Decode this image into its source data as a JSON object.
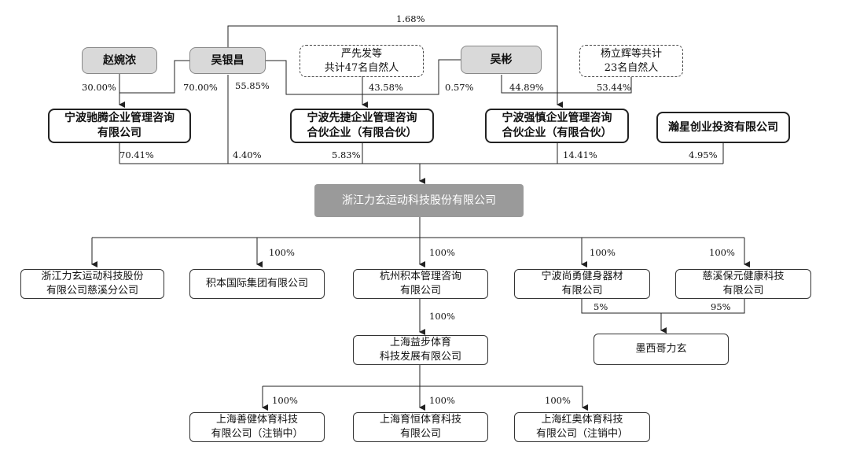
{
  "shareholders": {
    "zhao": "赵婉浓",
    "wu_yinchang": "吴银昌",
    "yan_group": [
      "严先发等",
      "共计47名自然人"
    ],
    "wu_bin": "吴彬",
    "yang_group": [
      "杨立辉等共计",
      "23名自然人"
    ]
  },
  "holding_entities": {
    "chiteng": [
      "宁波驰腾企业管理咨询",
      "有限公司"
    ],
    "xianjie": [
      "宁波先捷企业管理咨询",
      "合伙企业（有限合伙）"
    ],
    "qiangzhen": [
      "宁波强慎企业管理咨询",
      "合伙企业（有限合伙）"
    ],
    "hanxing": "瀚星创业投资有限公司"
  },
  "main_company": "浙江力玄运动科技股份有限公司",
  "subsidiaries": {
    "cixi_branch": [
      "浙江力玄运动科技股份",
      "有限公司慈溪分公司"
    ],
    "jiben_group": "积本国际集团有限公司",
    "hangzhou_jiben": [
      "杭州积本管理咨询",
      "有限公司"
    ],
    "ningbo_shangyong": [
      "宁波尚勇健身器材",
      "有限公司"
    ],
    "cixi_baoyuan": [
      "慈溪保元健康科技",
      "有限公司"
    ],
    "shanghai_yibu": [
      "上海益步体育",
      "科技发展有限公司"
    ],
    "mexico_lixuan": "墨西哥力玄",
    "shanghai_shanjian": [
      "上海善健体育科技",
      "有限公司（注销中）"
    ],
    "shanghai_yuheng": [
      "上海育恒体育科技",
      "有限公司"
    ],
    "shanghai_hongao": [
      "上海红奥体育科技",
      "有限公司（注销中）"
    ]
  },
  "percentages": {
    "top_wu_to_qiangzhen": "1.68%",
    "zhao_chiteng": "30.00%",
    "wu_chiteng": "70.00%",
    "wu_main": "55.85%",
    "yan_xianjie": "43.58%",
    "wubin_xianjie": "0.57%",
    "wubin_qiangzhen": "44.89%",
    "yang_qiangzhen": "53.44%",
    "chiteng_main": "70.41%",
    "wu_main_direct": "4.40%",
    "xianjie_main": "5.83%",
    "qiangzhen_main": "14.41%",
    "hanxing_main": "4.95%",
    "jiben_group": "100%",
    "hangzhou_jiben": "100%",
    "ningbo_shangyong": "100%",
    "cixi_baoyuan": "100%",
    "shanghai_yibu": "100%",
    "mexico_from_shangyong": "5%",
    "mexico_from_baoyuan": "95%",
    "shanjian": "100%",
    "yuheng": "100%",
    "hongao": "100%"
  }
}
